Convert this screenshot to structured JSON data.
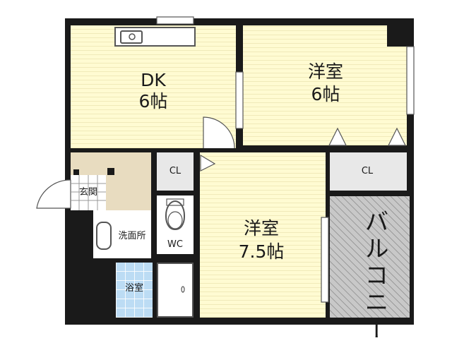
{
  "rooms": {
    "dk": {
      "name": "DK",
      "size": "6帖"
    },
    "bedroom_north": {
      "name": "洋室",
      "size": "6帖"
    },
    "bedroom_south": {
      "name": "洋室",
      "size": "7.5帖"
    },
    "closet_small": "CL",
    "closet_east": "CL",
    "entrance": "玄関",
    "washroom": "洗面所",
    "toilet": "WC",
    "bathroom": "浴室",
    "balcony": "バルコニー"
  },
  "colors": {
    "wall": "#1a1a1a",
    "floor_wood": "#fffbd2",
    "floor_genkan": "#e8dcc0",
    "tile_bath": "#bcdcf4",
    "closet": "#e8e8e8",
    "balcony": "#c8c8c8"
  }
}
